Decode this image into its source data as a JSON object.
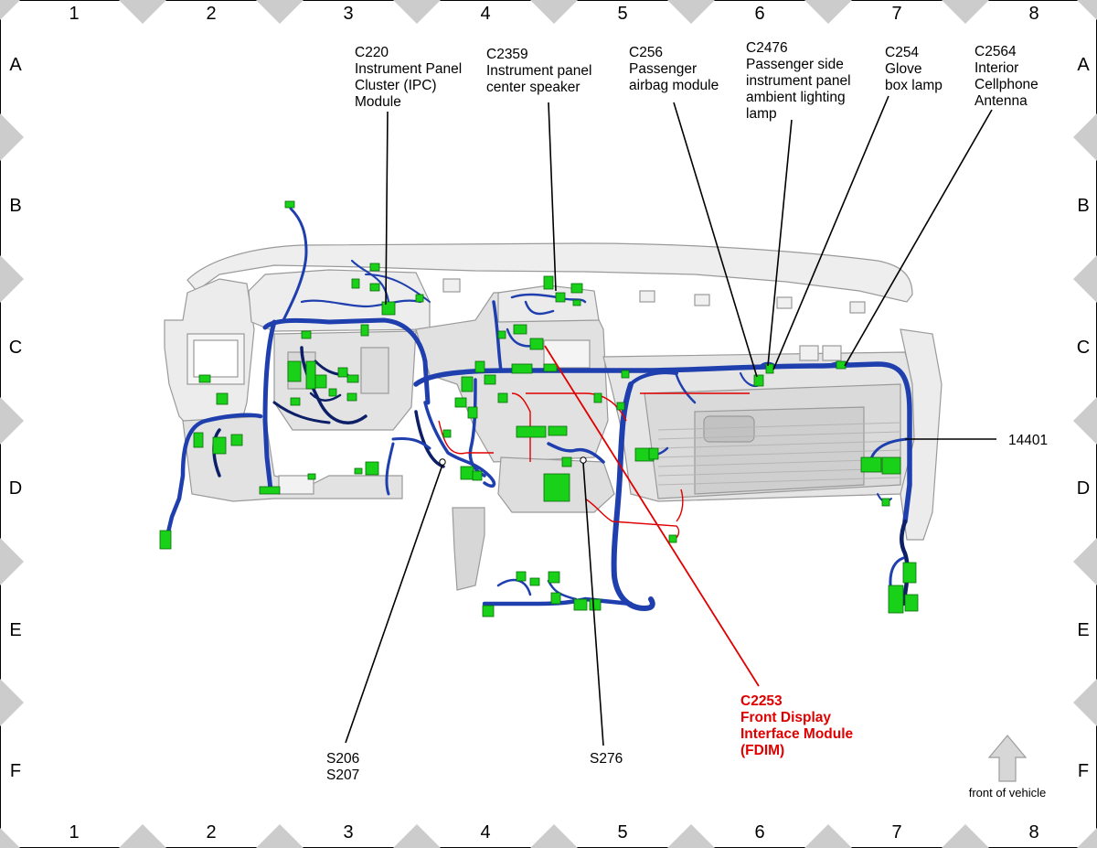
{
  "grid": {
    "columns": [
      "1",
      "2",
      "3",
      "4",
      "5",
      "6",
      "7",
      "8"
    ],
    "rows": [
      "A",
      "B",
      "C",
      "D",
      "E",
      "F"
    ]
  },
  "callouts": [
    {
      "id": "c220",
      "lines": [
        "C220",
        "Instrument Panel",
        "Cluster (IPC)",
        "Module"
      ]
    },
    {
      "id": "c2359",
      "lines": [
        "C2359",
        "Instrument panel",
        "center speaker"
      ]
    },
    {
      "id": "c256",
      "lines": [
        "C256",
        "Passenger",
        "airbag module"
      ]
    },
    {
      "id": "c2476",
      "lines": [
        "C2476",
        "Passenger side",
        "instrument panel",
        "ambient lighting",
        "lamp"
      ]
    },
    {
      "id": "c254",
      "lines": [
        "C254",
        "Glove",
        "box lamp"
      ]
    },
    {
      "id": "c2564",
      "lines": [
        "C2564",
        "Interior",
        "Cellphone",
        "Antenna"
      ]
    },
    {
      "id": "n14401",
      "lines": [
        "14401"
      ]
    },
    {
      "id": "c2253",
      "lines": [
        "C2253",
        "Front Display",
        "Interface Module",
        "(FDIM)"
      ],
      "highlight": true
    },
    {
      "id": "s206",
      "lines": [
        "S206",
        "S207"
      ]
    },
    {
      "id": "s276",
      "lines": [
        "S276"
      ]
    }
  ],
  "orientation": {
    "label": "front of vehicle"
  },
  "colors": {
    "harness": "#1f3fae",
    "harness_dark": "#0d1f66",
    "connector": "#19d119",
    "highlight": "#e00000",
    "panel": "#e4e4e4",
    "panel_edge": "#9a9a9a",
    "border_triangle": "#c8c8c8"
  }
}
